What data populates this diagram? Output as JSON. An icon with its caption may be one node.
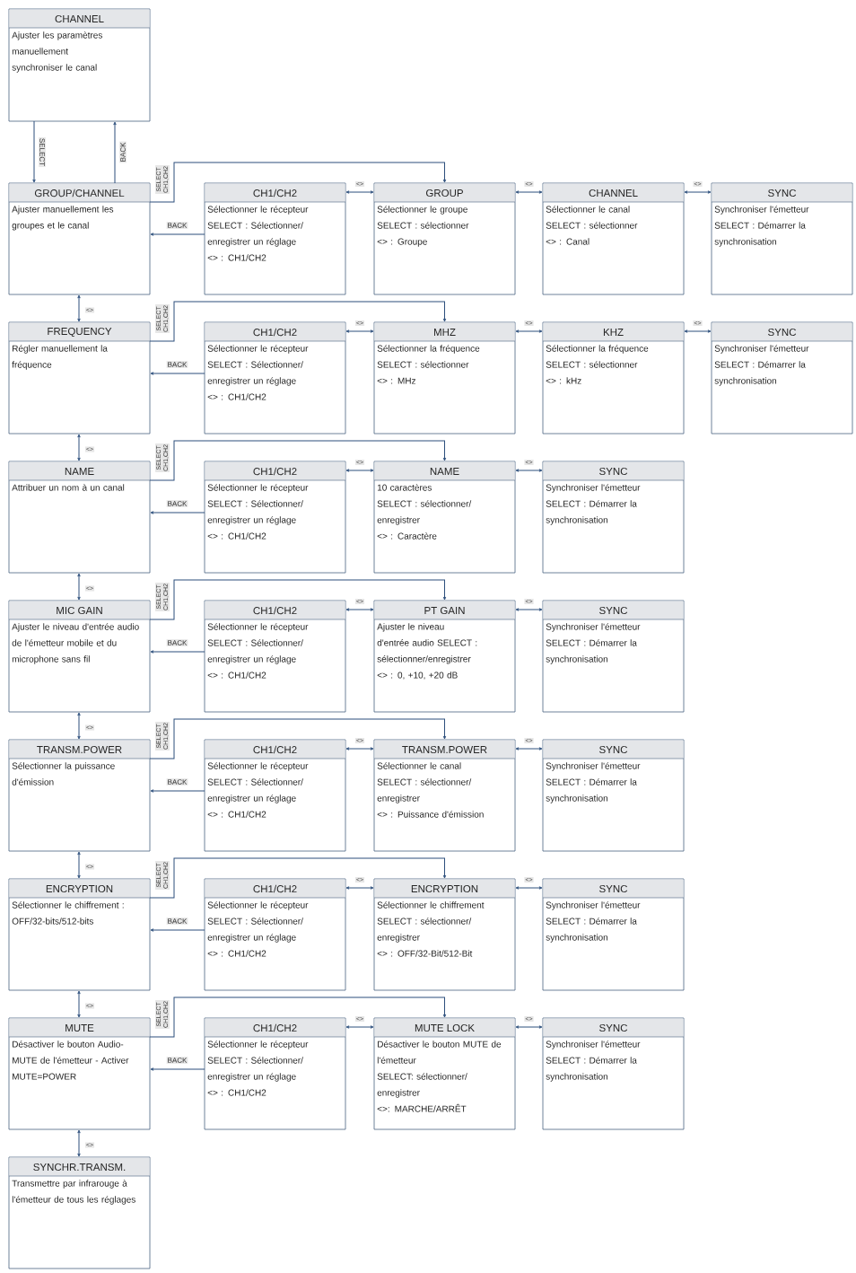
{
  "diagram": {
    "nodes": [
      {
        "text": [
          "CHANNEL",
          "Ajuster les paramètres manuellement",
          "synchroniser le canal"
        ]
      },
      {
        "text": [
          "GROUP/CHANNEL",
          "Ajuster manuellement les groupes et le canal"
        ]
      },
      {
        "text": [
          "CH1/CH2",
          "Sélectionner le récepteur",
          "SELECT : Sélectionner/ enregistrer un réglage",
          "<> : CH1/CH2"
        ]
      },
      {
        "text": [
          "GROUP",
          "Sélectionner le groupe",
          "SELECT : sélectionner",
          "<> : Groupe"
        ]
      },
      {
        "text": [
          "CHANNEL",
          "Sélectionner le canal",
          "SELECT : sélectionner",
          "<> : Canal"
        ]
      },
      {
        "text": [
          "SYNC",
          "Synchroniser l'émetteur",
          "SELECT : Démarrer la synchronisation"
        ]
      },
      {
        "text": [
          "FREQUENCY",
          "Régler manuellement la fréquence"
        ]
      },
      {
        "text": [
          "CH1/CH2",
          "Sélectionner le récepteur",
          "SELECT : Sélectionner/ enregistrer un réglage",
          "<> : CH1/CH2"
        ]
      },
      {
        "text": [
          "MHZ",
          "Sélectionner la fréquence",
          "SELECT : sélectionner",
          "<> : MHz"
        ]
      },
      {
        "text": [
          "KHZ",
          "Sélectionner la fréquence",
          "SELECT : sélectionner",
          "<> : kHz"
        ]
      },
      {
        "text": [
          "SYNC",
          "Synchroniser l'émetteur",
          "SELECT : Démarrer la synchronisation"
        ]
      },
      {
        "text": [
          "NAME",
          "Attribuer un nom à un canal"
        ]
      },
      {
        "text": [
          "CH1/CH2",
          "Sélectionner le récepteur",
          "SELECT : Sélectionner/ enregistrer un réglage",
          "<> : CH1/CH2"
        ]
      },
      {
        "text": [
          "NAME",
          "10 caractères",
          "SELECT : sélectionner/ enregistrer",
          "<> : Caractère"
        ]
      },
      {
        "text": [
          "SYNC",
          "Synchroniser l'émetteur",
          "SELECT : Démarrer la synchronisation"
        ]
      },
      {
        "text": [
          "MIC GAIN",
          "Ajuster le niveau d'entrée audio de l'émetteur mobile et du microphone sans fil"
        ]
      },
      {
        "text": [
          "CH1/CH2",
          "Sélectionner le récepteur",
          "SELECT : Sélectionner/ enregistrer un réglage",
          "<> : CH1/CH2"
        ]
      },
      {
        "text": [
          "PT GAIN",
          "Ajuster le niveau d'entrée audio SELECT : sélectionner/enregistrer",
          "<> : 0, +10, +20 dB"
        ]
      },
      {
        "text": [
          "SYNC",
          "Synchroniser l'émetteur",
          "SELECT : Démarrer la synchronisation"
        ]
      },
      {
        "text": [
          "TRANSM.POWER",
          "Sélectionner la puissance d'émission"
        ]
      },
      {
        "text": [
          "CH1/CH2",
          "Sélectionner le récepteur",
          "SELECT : Sélectionner/ enregistrer un réglage",
          "<> : CH1/CH2"
        ]
      },
      {
        "text": [
          "TRANSM.POWER",
          "Sélectionner le canal",
          "SELECT : sélectionner/ enregistrer",
          "<> : Puissance d'émission"
        ]
      },
      {
        "text": [
          "SYNC",
          "Synchroniser l'émetteur",
          "SELECT : Démarrer la synchronisation"
        ]
      },
      {
        "text": [
          "ENCRYPTION",
          "Sélectionner le chiffrement : OFF/32-bits/512-bits"
        ]
      },
      {
        "text": [
          "CH1/CH2",
          "Sélectionner le récepteur",
          "SELECT : Sélectionner/ enregistrer un réglage",
          "<> : CH1/CH2"
        ]
      },
      {
        "text": [
          "ENCRYPTION",
          "Sélectionner le chiffrement",
          "SELECT : sélectionner/ enregistrer",
          "<> : OFF/32-Bit/512-Bit"
        ]
      },
      {
        "text": [
          "SYNC",
          "Synchroniser l'émetteur",
          "SELECT : Démarrer la synchronisation"
        ]
      },
      {
        "text": [
          "MUTE",
          "Désactiver le bouton Audio-MUTE de l'émetteur - Activer MUTE=POWER"
        ]
      },
      {
        "text": [
          "CH1/CH2",
          "Sélectionner le récepteur",
          "SELECT : Sélectionner/ enregistrer un réglage",
          "<> : CH1/CH2"
        ]
      },
      {
        "text": [
          "MUTE LOCK",
          "Désactiver le bouton MUTE de l'émetteur",
          "SELECT: sélectionner/ enregistrer",
          "<>: MARCHE/ARRÊT"
        ]
      },
      {
        "text": [
          "SYNC",
          "Synchroniser l'émetteur",
          "SELECT : Démarrer la synchronisation"
        ]
      },
      {
        "text": [
          "SYNCHR.TRANSM.",
          "Transmettre par infrarouge à l'émetteur de tous les réglages"
        ]
      }
    ],
    "edges": [
      {
        "from": 0,
        "to": 1,
        "arrow": "to",
        "label": "SELECT"
      },
      {
        "from": 1,
        "to": 0,
        "arrow": "to",
        "label": "BACK"
      },
      {
        "from": 1,
        "to": 3,
        "arrow": "to",
        "label": "SELECT CH1,CH2"
      },
      {
        "from": 2,
        "to": 1,
        "arrow": "to",
        "label": "BACK"
      },
      {
        "from": 2,
        "to": 3,
        "arrow": "both",
        "label": "<>"
      },
      {
        "from": 3,
        "to": 4,
        "arrow": "both",
        "label": "<>"
      },
      {
        "from": 4,
        "to": 5,
        "arrow": "both",
        "label": "<>"
      },
      {
        "from": 1,
        "to": 6,
        "arrow": "both",
        "label": "<>"
      },
      {
        "from": 6,
        "to": 8,
        "arrow": "to",
        "label": "SELECT CH1,CH2"
      },
      {
        "from": 7,
        "to": 6,
        "arrow": "to",
        "label": "BACK"
      },
      {
        "from": 7,
        "to": 8,
        "arrow": "both",
        "label": "<>"
      },
      {
        "from": 8,
        "to": 9,
        "arrow": "both",
        "label": "<>"
      },
      {
        "from": 9,
        "to": 10,
        "arrow": "both",
        "label": "<>"
      },
      {
        "from": 6,
        "to": 11,
        "arrow": "both",
        "label": "<>"
      },
      {
        "from": 11,
        "to": 13,
        "arrow": "to",
        "label": "SELECT CH1,CH2"
      },
      {
        "from": 12,
        "to": 11,
        "arrow": "to",
        "label": "BACK"
      },
      {
        "from": 12,
        "to": 13,
        "arrow": "both",
        "label": "<>"
      },
      {
        "from": 13,
        "to": 14,
        "arrow": "both",
        "label": "<>"
      },
      {
        "from": 11,
        "to": 15,
        "arrow": "both",
        "label": "<>"
      },
      {
        "from": 15,
        "to": 17,
        "arrow": "to",
        "label": "SELECT CH1,CH2"
      },
      {
        "from": 16,
        "to": 15,
        "arrow": "to",
        "label": "BACK"
      },
      {
        "from": 16,
        "to": 17,
        "arrow": "both",
        "label": "<>"
      },
      {
        "from": 17,
        "to": 18,
        "arrow": "both",
        "label": "<>"
      },
      {
        "from": 15,
        "to": 19,
        "arrow": "both",
        "label": "<>"
      },
      {
        "from": 19,
        "to": 21,
        "arrow": "to",
        "label": "SELECT CH1,CH2"
      },
      {
        "from": 20,
        "to": 19,
        "arrow": "to",
        "label": "BACK"
      },
      {
        "from": 20,
        "to": 21,
        "arrow": "both",
        "label": "<>"
      },
      {
        "from": 21,
        "to": 22,
        "arrow": "both",
        "label": "<>"
      },
      {
        "from": 19,
        "to": 23,
        "arrow": "both",
        "label": "<>"
      },
      {
        "from": 23,
        "to": 25,
        "arrow": "to",
        "label": "SELECT CH1,CH2"
      },
      {
        "from": 24,
        "to": 23,
        "arrow": "to",
        "label": "BACK"
      },
      {
        "from": 24,
        "to": 25,
        "arrow": "both",
        "label": "<>"
      },
      {
        "from": 25,
        "to": 26,
        "arrow": "both",
        "label": "<>"
      },
      {
        "from": 23,
        "to": 27,
        "arrow": "both",
        "label": "<>"
      },
      {
        "from": 27,
        "to": 29,
        "arrow": "to",
        "label": "SELECT CH1,CH2"
      },
      {
        "from": 28,
        "to": 27,
        "arrow": "to",
        "label": "BACK"
      },
      {
        "from": 28,
        "to": 29,
        "arrow": "both",
        "label": "<>"
      },
      {
        "from": 29,
        "to": 30,
        "arrow": "both",
        "label": "<>"
      },
      {
        "from": 27,
        "to": 31,
        "arrow": "both",
        "label": "<>"
      }
    ]
  }
}
